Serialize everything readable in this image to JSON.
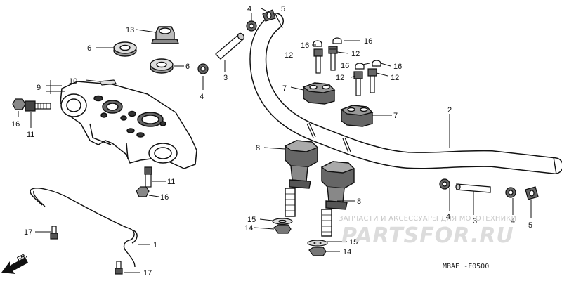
{
  "diagram": {
    "callouts": [
      {
        "id": "c4a",
        "label": "4"
      },
      {
        "id": "c5a",
        "label": "5"
      },
      {
        "id": "c13",
        "label": "13"
      },
      {
        "id": "c6a",
        "label": "6"
      },
      {
        "id": "c6b",
        "label": "6"
      },
      {
        "id": "c3a",
        "label": "3"
      },
      {
        "id": "c4b",
        "label": "4"
      },
      {
        "id": "c10",
        "label": "10"
      },
      {
        "id": "c9",
        "label": "9"
      },
      {
        "id": "c16a",
        "label": "16"
      },
      {
        "id": "c11a",
        "label": "11"
      },
      {
        "id": "c16b",
        "label": "16"
      },
      {
        "id": "c16c",
        "label": "16"
      },
      {
        "id": "c12a",
        "label": "12"
      },
      {
        "id": "c12b",
        "label": "12"
      },
      {
        "id": "c16d",
        "label": "16"
      },
      {
        "id": "c16e",
        "label": "16"
      },
      {
        "id": "c12c",
        "label": "12"
      },
      {
        "id": "c12d",
        "label": "12"
      },
      {
        "id": "c7a",
        "label": "7"
      },
      {
        "id": "c7b",
        "label": "7"
      },
      {
        "id": "c2",
        "label": "2"
      },
      {
        "id": "c8a",
        "label": "8"
      },
      {
        "id": "c8b",
        "label": "8"
      },
      {
        "id": "c11b",
        "label": "11"
      },
      {
        "id": "c16f",
        "label": "16"
      },
      {
        "id": "c4c",
        "label": "4"
      },
      {
        "id": "c3b",
        "label": "3"
      },
      {
        "id": "c4d",
        "label": "4"
      },
      {
        "id": "c5b",
        "label": "5"
      },
      {
        "id": "c15a",
        "label": "15"
      },
      {
        "id": "c14a",
        "label": "14"
      },
      {
        "id": "c15b",
        "label": "15"
      },
      {
        "id": "c14b",
        "label": "14"
      },
      {
        "id": "c1",
        "label": "1"
      },
      {
        "id": "c17a",
        "label": "17"
      },
      {
        "id": "c17b",
        "label": "17"
      }
    ],
    "direction_label": "FR.",
    "diagram_code": "MBAE -F0500"
  },
  "watermark": {
    "tagline": "ЗАПЧАСТИ И АКСЕССУАРЫ ДЛЯ МОТОТЕХНИКИ",
    "logo": "PARTSFOR.RU"
  }
}
